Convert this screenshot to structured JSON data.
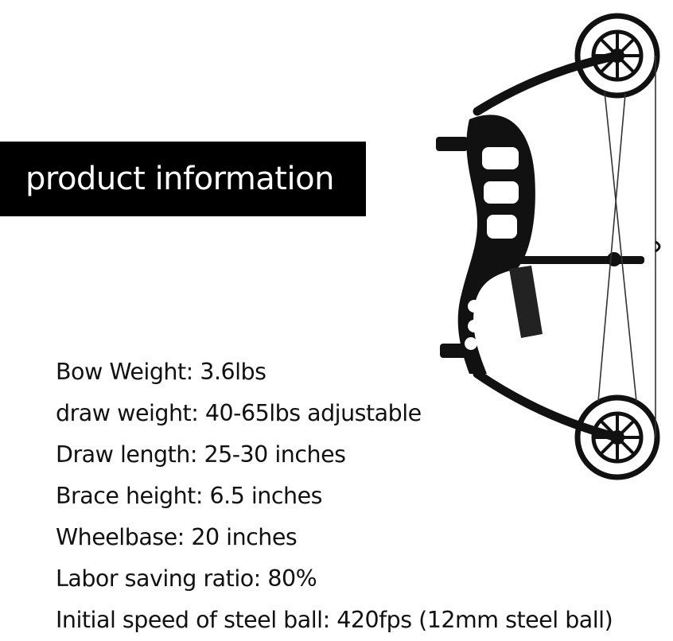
{
  "banner": {
    "title": "product information",
    "background": "#000000",
    "text_color": "#ffffff"
  },
  "image": {
    "subject-icon": "compound-bow-icon"
  },
  "specs": [
    "Bow Weight: 3.6lbs",
    "draw weight: 40-65lbs adjustable",
    "Draw length: 25-30 inches",
    "Brace height: 6.5 inches",
    "Wheelbase: 20 inches",
    "Labor saving ratio: 80%",
    "Initial speed of steel ball: 420fps (12mm steel ball)"
  ]
}
